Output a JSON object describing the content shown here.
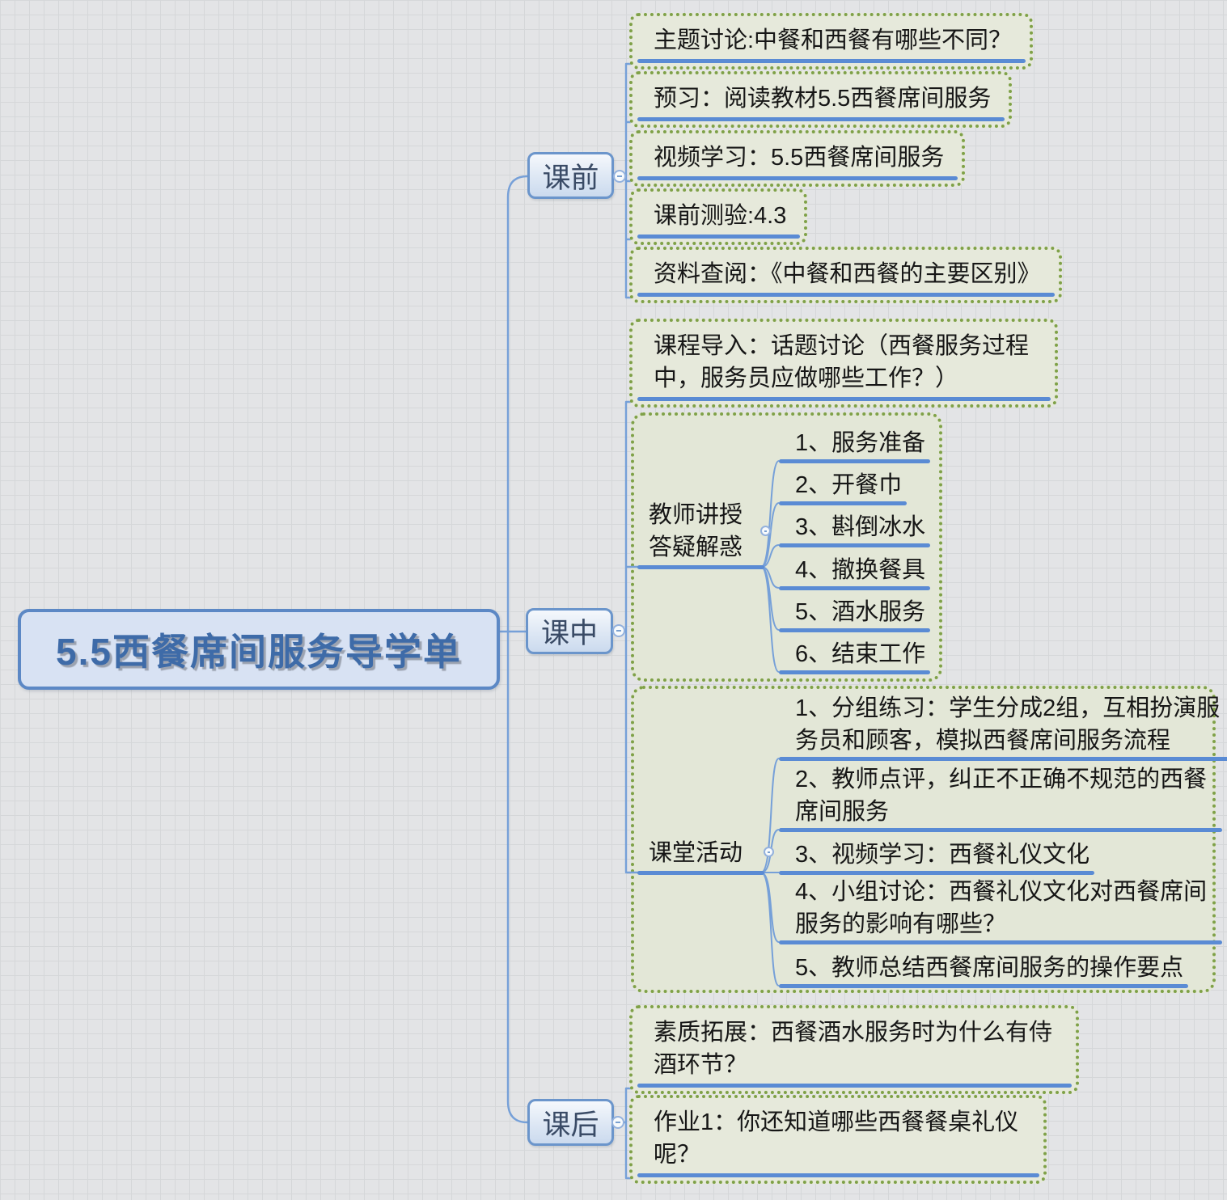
{
  "title": "5.5西餐席间服务导学单",
  "branches": [
    {
      "label": "课前",
      "topics": [
        "主题讨论:中餐和西餐有哪些不同？",
        "预习：阅读教材5.5西餐席间服务",
        "视频学习：5.5西餐席间服务",
        "课前测验:4.3",
        "资料查阅：《中餐和西餐的主要区别》"
      ]
    },
    {
      "label": "课中",
      "topics": [
        "课程导入：话题讨论（西餐服务过程中，服务员应做哪些工作？）"
      ],
      "groups": [
        {
          "label": "教师讲授答疑解惑",
          "steps": [
            "1、服务准备",
            "2、开餐巾",
            "3、斟倒冰水",
            "4、撤换餐具",
            "5、酒水服务",
            "6、结束工作"
          ]
        },
        {
          "label": "课堂活动",
          "steps": [
            "1、分组练习：学生分成2组，互相扮演服务员和顾客，模拟西餐席间服务流程",
            "2、教师点评，纠正不正确不规范的西餐席间服务",
            "3、视频学习：西餐礼仪文化",
            "4、小组讨论：西餐礼仪文化对西餐席间服务的影响有哪些？",
            "5、教师总结西餐席间服务的操作要点"
          ]
        }
      ]
    },
    {
      "label": "课后",
      "topics": [
        "素质拓展：西餐酒水服务时为什么有侍酒环节？",
        "作业1：你还知道哪些西餐餐桌礼仪呢？"
      ]
    }
  ],
  "colors": {
    "underline": "#5a8bd4",
    "connector": "#76a0d8",
    "boundary_green": "#7fa148",
    "branch_border": "#6b95cb",
    "root_text": "#3e6ba8"
  }
}
